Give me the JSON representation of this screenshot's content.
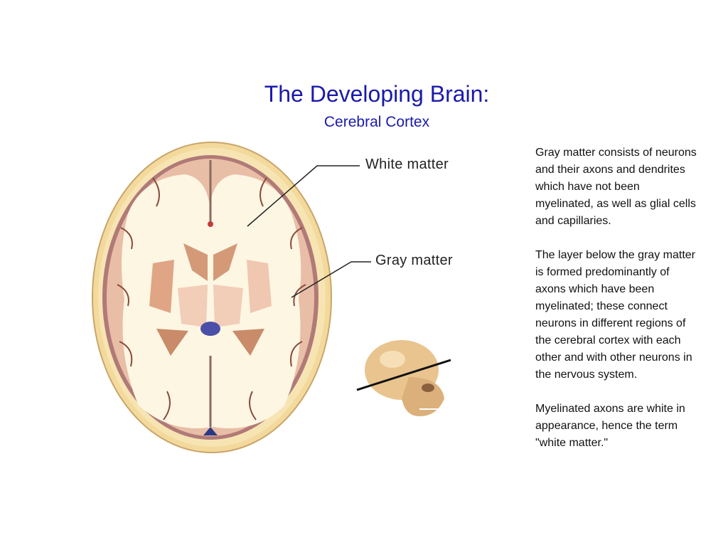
{
  "slide": {
    "title": "The Developing Brain:",
    "subtitle": "Cerebral Cortex",
    "paragraphs": [
      "Gray matter consists of neurons and their axons and dendrites which have not been myelinated, as well as glial cells and capillaries.",
      "The layer below the gray matter is formed predominantly of axons which have been myelinated; these connect neurons in different regions of the cerebral cortex with each other and with other neurons in the nervous system.",
      "Myelinated axons are white in appearance, hence the term \"white matter.\""
    ]
  },
  "figure": {
    "labels": {
      "white_matter": "White matter",
      "gray_matter": "Gray matter"
    },
    "colors": {
      "title": "#1a1aaa",
      "skull_bone": "#f1d79a",
      "gray_matter": "#e8bba3",
      "white_matter": "#fdf6e3",
      "sulci": "#8a4a3a",
      "ventricle_blue": "#3b3f9a"
    }
  }
}
